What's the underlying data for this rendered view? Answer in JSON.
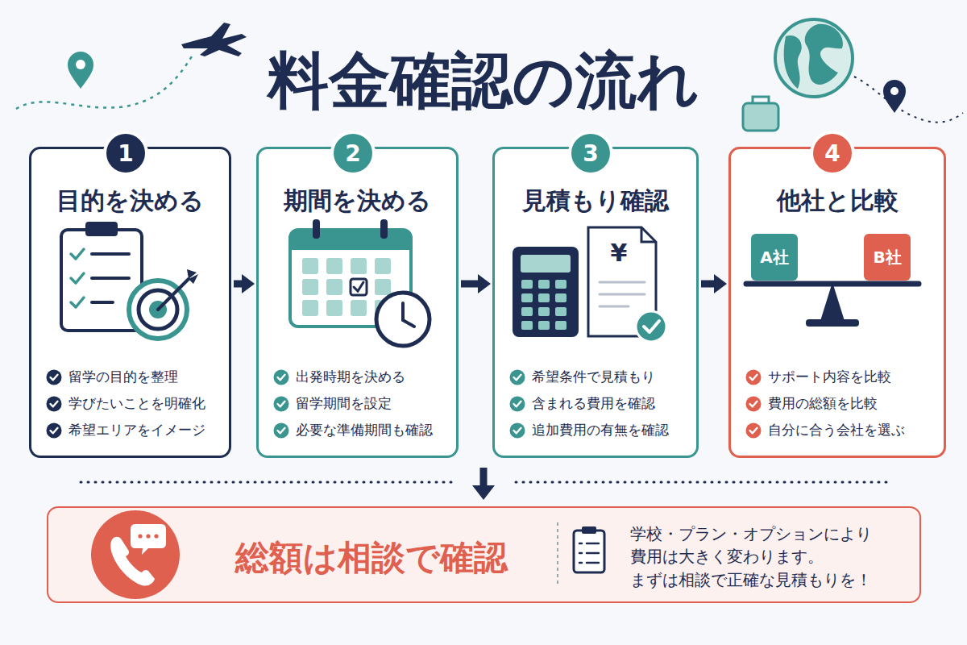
{
  "diagram": {
    "title": "料金確認の流れ",
    "nodes": [
      {
        "text": [
          "目的を決める",
          "留学の目的を整理",
          "学びたいことを明確化",
          "希望エリアをイメージ"
        ]
      },
      {
        "text": [
          "1"
        ],
        "in": 0
      },
      {
        "text": [
          "期間を決める",
          "出発時期を決める",
          "留学期間を設定",
          "必要な準備期間も確認"
        ]
      },
      {
        "text": [
          "2"
        ],
        "in": 2
      },
      {
        "text": [
          "見積もり確認",
          "希望条件で見積もり",
          "含まれる費用を確認",
          "追加費用の有無を確認"
        ]
      },
      {
        "text": [
          "3"
        ],
        "in": 4
      },
      {
        "text": [
          "他社と比較",
          "サポート内容を比較",
          "費用の総額を比較",
          "自分に合う会社を選ぶ"
        ]
      },
      {
        "text": [
          "4"
        ],
        "in": 6
      },
      {
        "text": [
          "A社"
        ],
        "in": 6
      },
      {
        "text": [
          "B社"
        ],
        "in": 6
      },
      {
        "text": [
          "総額は相談で確認",
          "学校・プラン・オプションにより 費用は大きく変わります。 まずは相談で正確な見積もりを！"
        ]
      }
    ],
    "edges": [
      {
        "from": 0,
        "to": 2,
        "arrow": "to"
      },
      {
        "from": 2,
        "to": 4,
        "arrow": "to"
      },
      {
        "from": 4,
        "to": 6,
        "arrow": "to"
      }
    ],
    "labels": [
      "¥"
    ]
  }
}
